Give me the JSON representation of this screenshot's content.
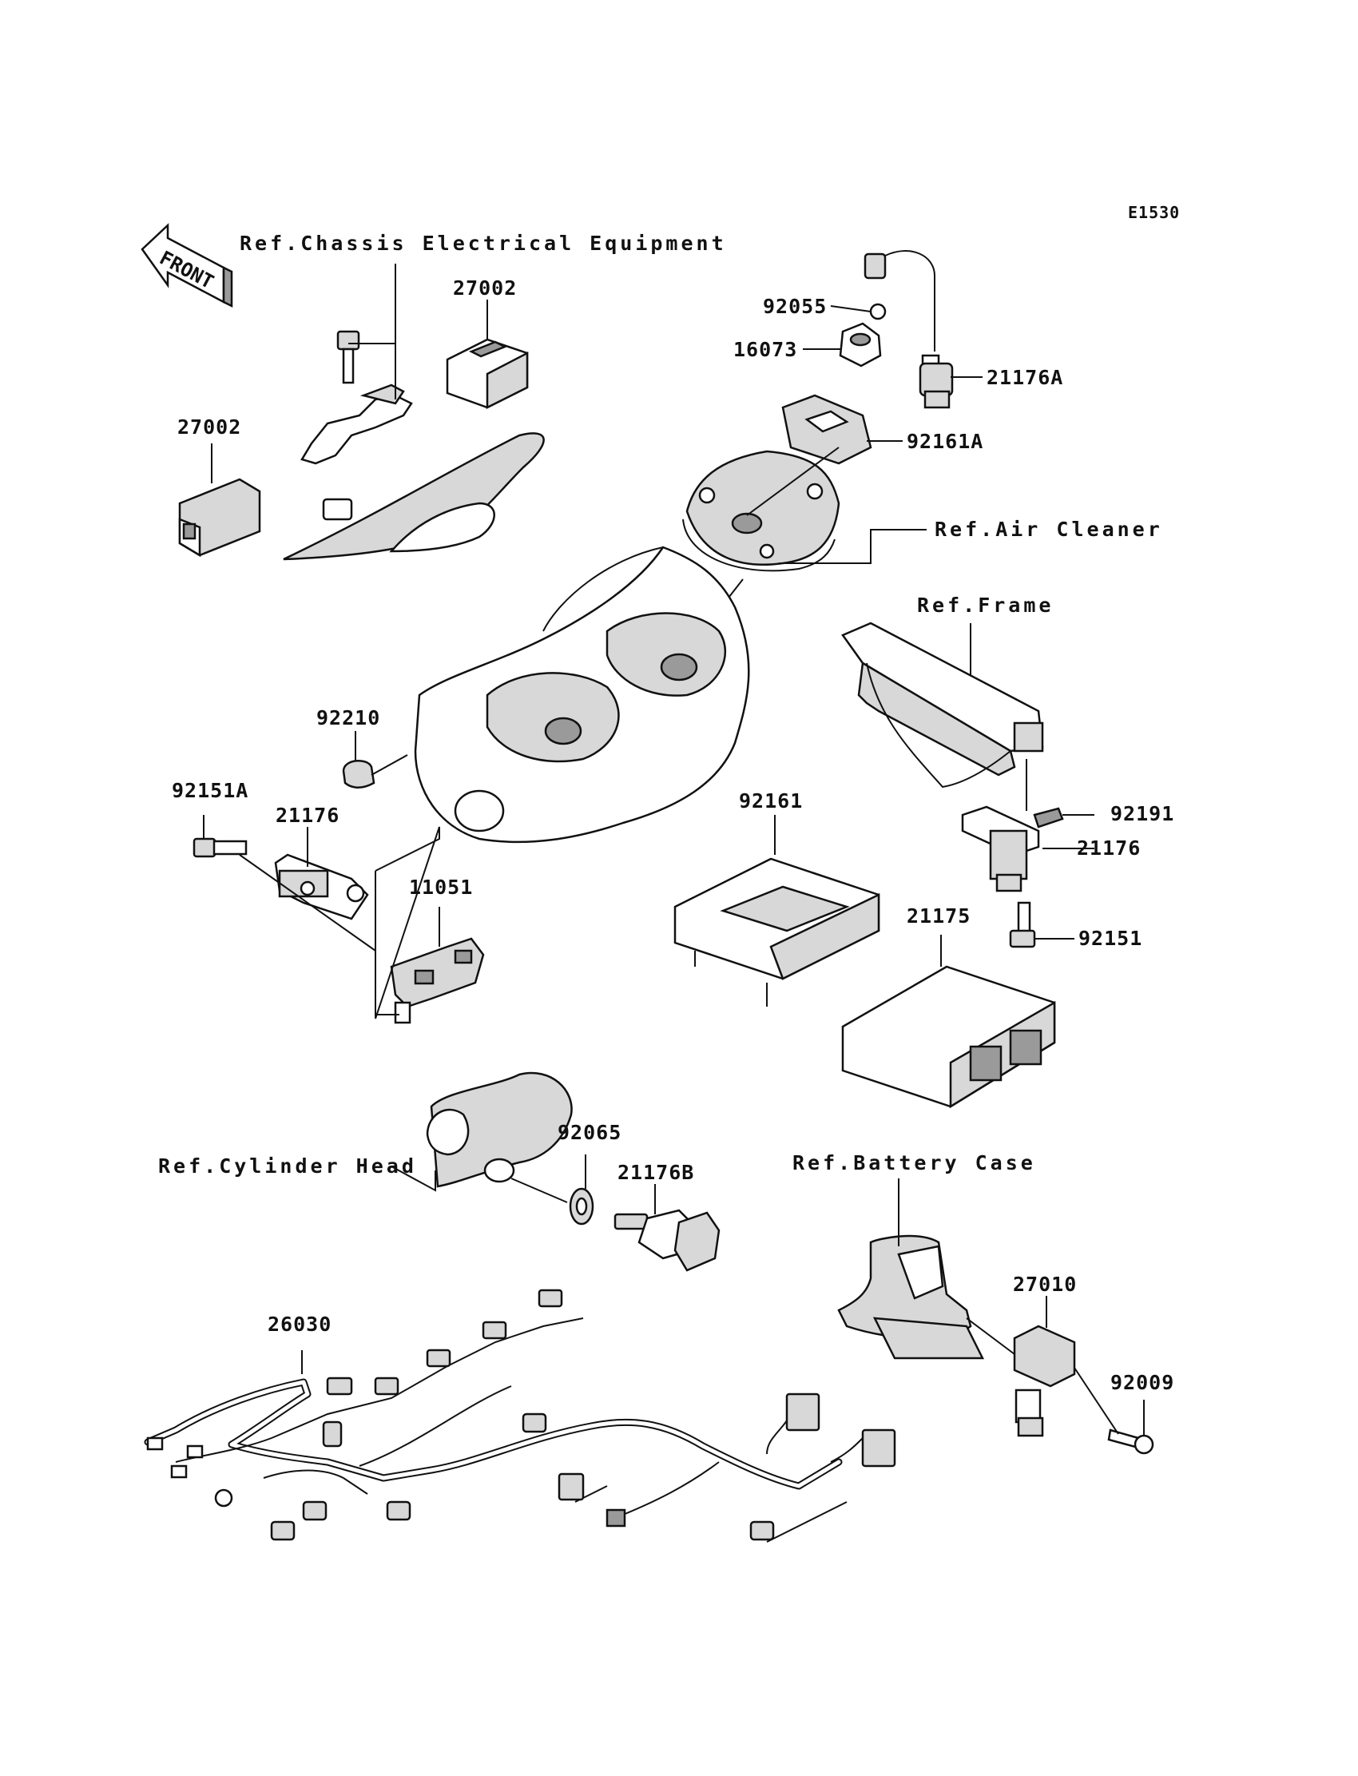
{
  "diagram_code": "E1530",
  "front_arrow_text": "FRONT",
  "refs": {
    "chassis": "Ref.Chassis Electrical Equipment",
    "air_cleaner": "Ref.Air Cleaner",
    "frame": "Ref.Frame",
    "cylinder_head": "Ref.Cylinder Head",
    "battery_case": "Ref.Battery Case"
  },
  "parts": {
    "p27002_top": "27002",
    "p27002_left": "27002",
    "p92055": "92055",
    "p16073": "16073",
    "p21176A": "21176A",
    "p92161A": "92161A",
    "p92210": "92210",
    "p92151A": "92151A",
    "p21176_left": "21176",
    "p11051": "11051",
    "p92161": "92161",
    "p21175": "21175",
    "p92191": "92191",
    "p21176_right": "21176",
    "p92151": "92151",
    "p92065": "92065",
    "p21176B": "21176B",
    "p27010": "27010",
    "p92009": "92009",
    "p26030": "26030"
  },
  "colors": {
    "line": "#111111",
    "shade": "#d8d8d8",
    "dark": "#9a9a9a",
    "background": "#ffffff"
  }
}
